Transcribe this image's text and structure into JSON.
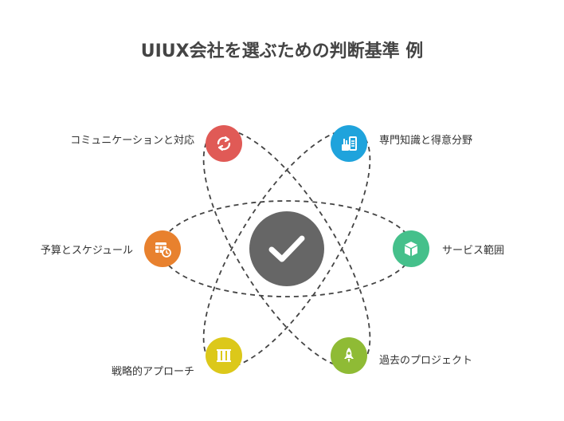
{
  "title": "UIUX会社を選ぶための判断基準 例",
  "colors": {
    "center": "#666666",
    "red": "#e05a56",
    "blue": "#1fa3dc",
    "green": "#45c08b",
    "orange": "#e8812e",
    "yellow": "#dcc81a",
    "lime": "#8fbb35",
    "dash": "#444444"
  },
  "center": {
    "icon": "checkmark-icon"
  },
  "criteria": [
    {
      "label": "コミュニケーションと対応",
      "icon": "sync-arrows-icon",
      "color": "red"
    },
    {
      "label": "専門知識と得意分野",
      "icon": "books-icon",
      "color": "blue"
    },
    {
      "label": "予算とスケジュール",
      "icon": "calendar-clock-icon",
      "color": "orange"
    },
    {
      "label": "サービス範囲",
      "icon": "cube-icon",
      "color": "green"
    },
    {
      "label": "戦略的アプローチ",
      "icon": "chess-icon",
      "color": "yellow"
    },
    {
      "label": "過去のプロジェクト",
      "icon": "rocket-icon",
      "color": "lime"
    }
  ]
}
